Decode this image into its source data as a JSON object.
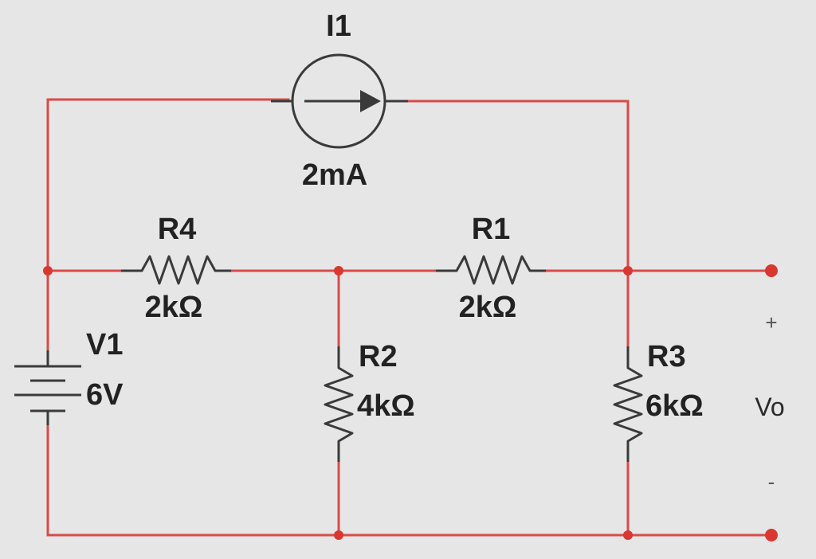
{
  "circuit": {
    "current_source": {
      "name": "I1",
      "value": "2mA"
    },
    "voltage_source": {
      "name": "V1",
      "value": "6V"
    },
    "resistors": [
      {
        "name": "R4",
        "value": "2kΩ"
      },
      {
        "name": "R1",
        "value": "2kΩ"
      },
      {
        "name": "R2",
        "value": "4kΩ"
      },
      {
        "name": "R3",
        "value": "6kΩ"
      }
    ],
    "output": {
      "label": "Vo",
      "plus": "+",
      "minus": "-"
    }
  },
  "colors": {
    "wire": "#d94a4a",
    "component": "#3a3a3a",
    "node": "#d8382f",
    "background": "#e6e6e6"
  }
}
